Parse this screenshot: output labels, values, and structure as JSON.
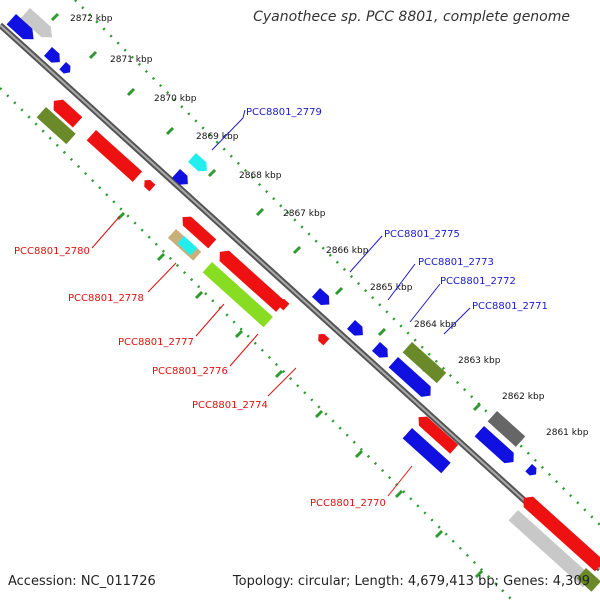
{
  "title": "Cyanothece sp. PCC 8801, complete genome",
  "footer": {
    "accession": "Accession: NC_011726",
    "info": "Topology: circular; Length: 4,679,413 bp; Genes: 4,309"
  },
  "colors": {
    "backbone": "#7a7a7a",
    "forward_label": "#1a1acc",
    "reverse_label": "#dd1111",
    "tick_line": "#2f9a2f",
    "blue": "#1010e0",
    "red": "#ee1111",
    "cyan": "#22eeee",
    "olive": "#6a8a2a",
    "lightgreen": "#88dd22",
    "gray": "#777777",
    "lightgray": "#c8c8c8",
    "tan": "#c9b07a"
  },
  "ticks": [
    "2872 kbp",
    "2871 kbp",
    "2870 kbp",
    "2869 kbp",
    "2868 kbp",
    "2867 kbp",
    "2866 kbp",
    "2865 kbp",
    "2864 kbp",
    "2863 kbp",
    "2862 kbp",
    "2861 kbp"
  ],
  "forward_labels": [
    "PCC8801_2779",
    "PCC8801_2775",
    "PCC8801_2773",
    "PCC8801_2772",
    "PCC8801_2771"
  ],
  "reverse_labels": [
    "PCC8801_2780",
    "PCC8801_2778",
    "PCC8801_2777",
    "PCC8801_2776",
    "PCC8801_2774",
    "PCC8801_2770"
  ]
}
